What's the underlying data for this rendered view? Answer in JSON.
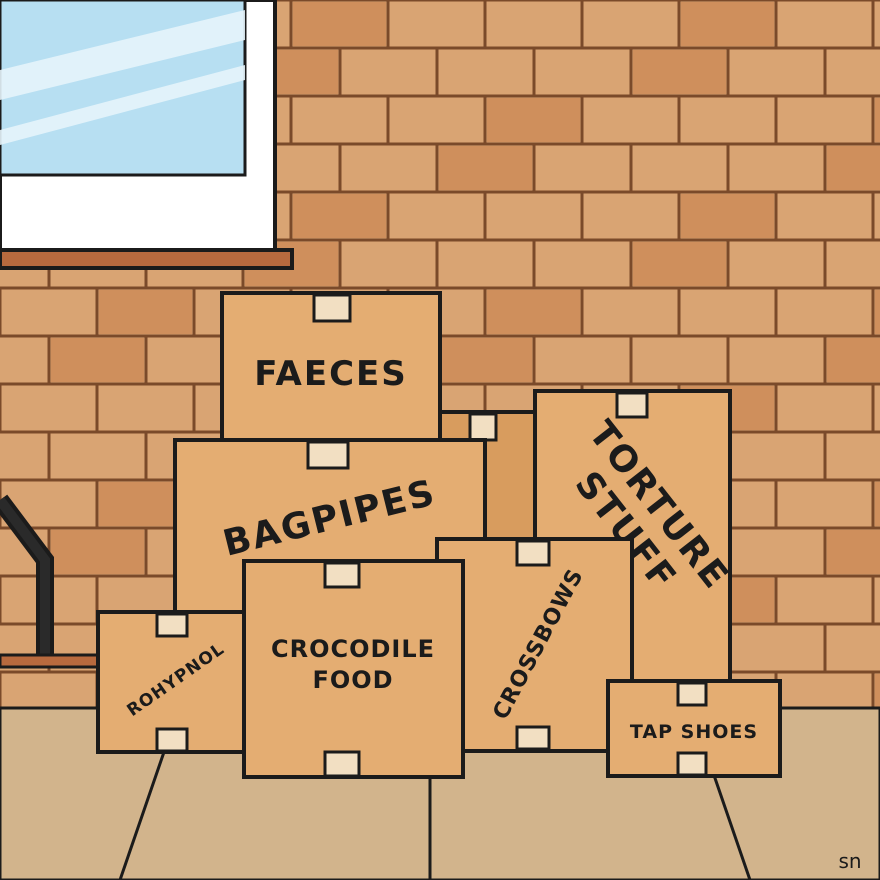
{
  "boxes": {
    "faeces": "FAECES",
    "bagpipes": "BAGPIPES",
    "torture_line1": "TORTURE",
    "torture_line2": "STUFF",
    "crocodile_line1": "CROCODILE",
    "crocodile_line2": "FOOD",
    "rohypnol": "ROHYPNOL",
    "crossbows": "CROSSBOWS",
    "tap_shoes": "TAP SHOES"
  },
  "signature": "sn",
  "colors": {
    "brick": "#d9a473",
    "brick_dark": "#cf8f5c",
    "mortar": "#7a4a2a",
    "window_glass": "#b7dff2",
    "window_frame": "#ffffff",
    "sill": "#b86a3e",
    "floor": "#d2b48c",
    "box": "#e4ad72",
    "box_dark": "#d89c5e",
    "tape": "#f2dfc2",
    "outline": "#1b1b1b"
  }
}
